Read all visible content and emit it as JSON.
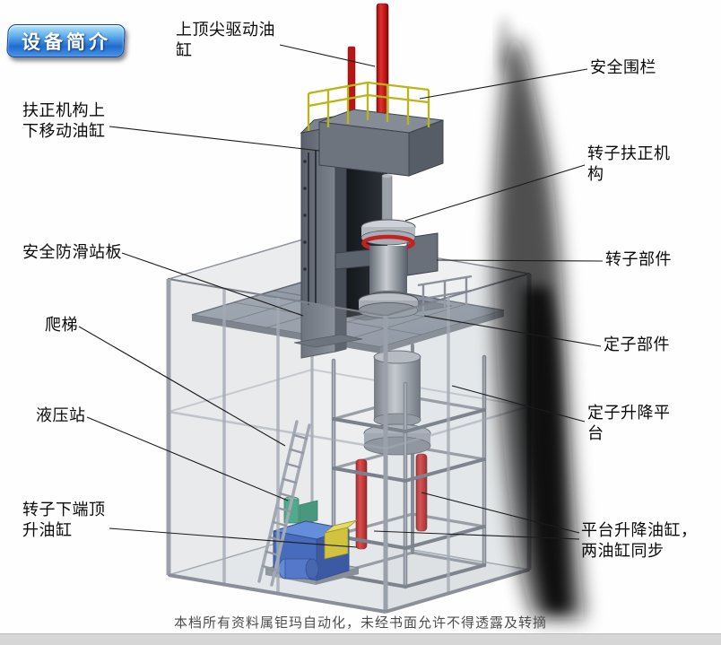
{
  "badge": {
    "label": "设备简介"
  },
  "annotations": {
    "top_drive_cylinder": "上顶尖驱动油\n缸",
    "safety_fence": "安全围栏",
    "centering_updown_cylinder": "扶正机构上\n下移动油缸",
    "rotor_centering_mech": "转子扶正机\n构",
    "antislip_platform": "安全防滑站板",
    "rotor_part": "转子部件",
    "ladder": "爬梯",
    "stator_part": "定子部件",
    "hydraulic_station": "液压站",
    "stator_lift_platform": "定子升降平\n台",
    "rotor_bottom_jack_cylinder": "转子下端顶\n升油缸",
    "platform_lift_cylinders": "平台升降油缸，\n两油缸同步"
  },
  "footer": {
    "text": "本档所有资料属钜玛自动化，未经书面允许不得透露及转摘"
  },
  "colors": {
    "badge_blue": "#2277dd",
    "cylinder_red": "#cc1c1c",
    "railing_yellow": "#c2be1a",
    "hydraulic_blue": "#2a55b8",
    "structure_gray": "#9aa0aa"
  }
}
